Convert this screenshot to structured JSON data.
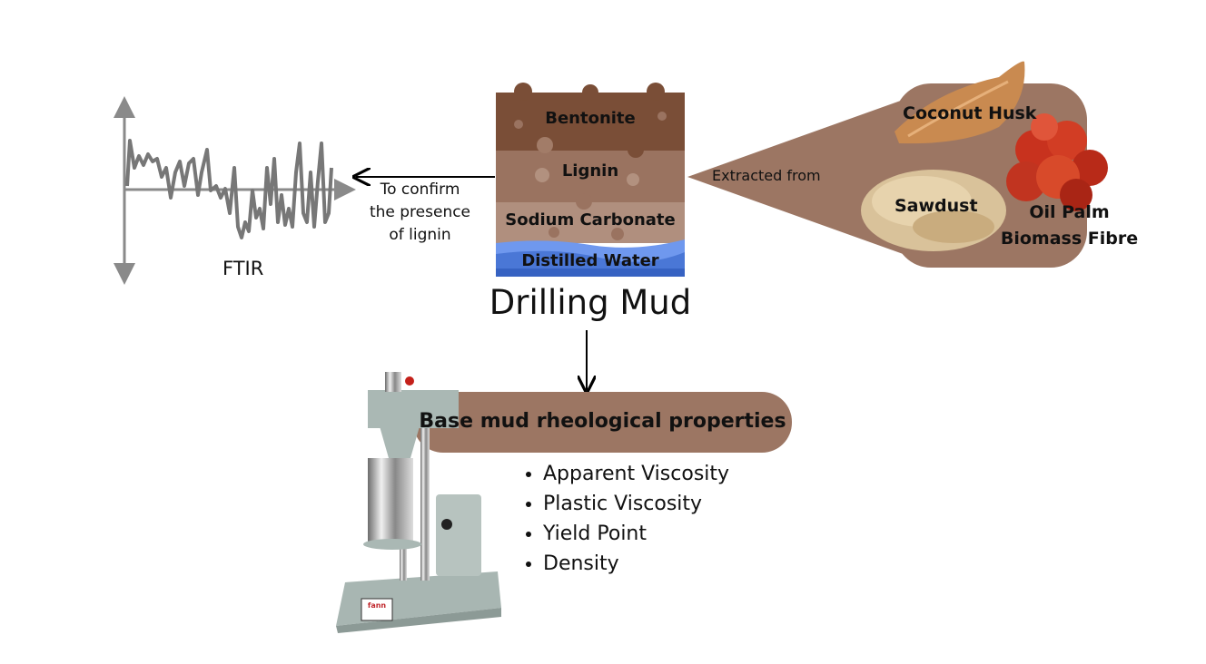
{
  "ftir": {
    "label": "FTIR"
  },
  "arrow_note": {
    "line1": "To confirm",
    "line2": "the presence",
    "line3": "of lignin"
  },
  "mud_layers": [
    "Bentonite",
    "Lignin",
    "Sodium Carbonate",
    "Distilled Water"
  ],
  "mud_title": "Drilling Mud",
  "extracted_label": "Extracted from",
  "sources": {
    "coconut": "Coconut Husk",
    "sawdust": "Sawdust",
    "palm_line1": "Oil Palm",
    "palm_line2": "Biomass Fibre"
  },
  "properties": {
    "title": "Base mud rheological properties",
    "items": [
      "Apparent Viscosity",
      "Plastic Viscosity",
      "Yield Point",
      "Density"
    ]
  },
  "device": {
    "brand": "fann"
  },
  "colors": {
    "brown_dark": "#7a4e37",
    "brown_mid": "#9a7360",
    "brown_light": "#b08f7e",
    "water": "#4f7fd8",
    "panel": "#9c7663"
  }
}
